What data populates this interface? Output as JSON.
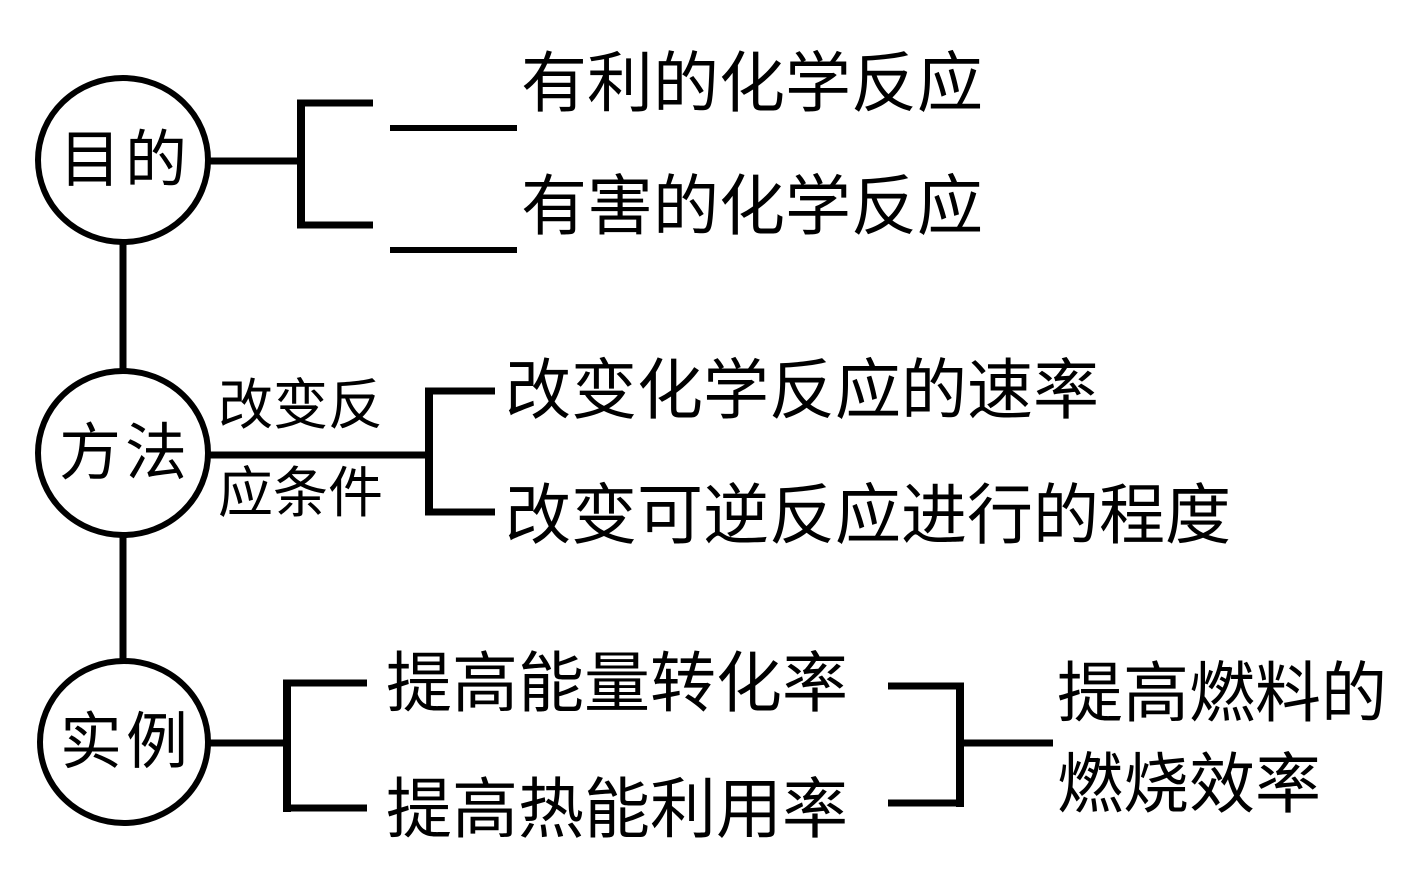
{
  "colors": {
    "background": "#ffffff",
    "line": "#000000",
    "text": "#000000"
  },
  "nodes": [
    {
      "id": "purpose",
      "label": "目的"
    },
    {
      "id": "method",
      "label": "方法"
    },
    {
      "id": "example",
      "label": "实例"
    }
  ],
  "purpose": {
    "branches": [
      {
        "blank": true,
        "text": "有利的化学反应"
      },
      {
        "blank": true,
        "text": "有害的化学反应"
      }
    ]
  },
  "method": {
    "edge_label_lines": [
      "改变反",
      "应条件"
    ],
    "branches": [
      {
        "text": "改变化学反应的速率"
      },
      {
        "text": "改变可逆反应进行的程度"
      }
    ]
  },
  "example": {
    "branches": [
      {
        "text": "提高能量转化率"
      },
      {
        "text": "提高热能利用率"
      }
    ],
    "result_lines": [
      "提高燃料的",
      "燃烧效率"
    ]
  }
}
